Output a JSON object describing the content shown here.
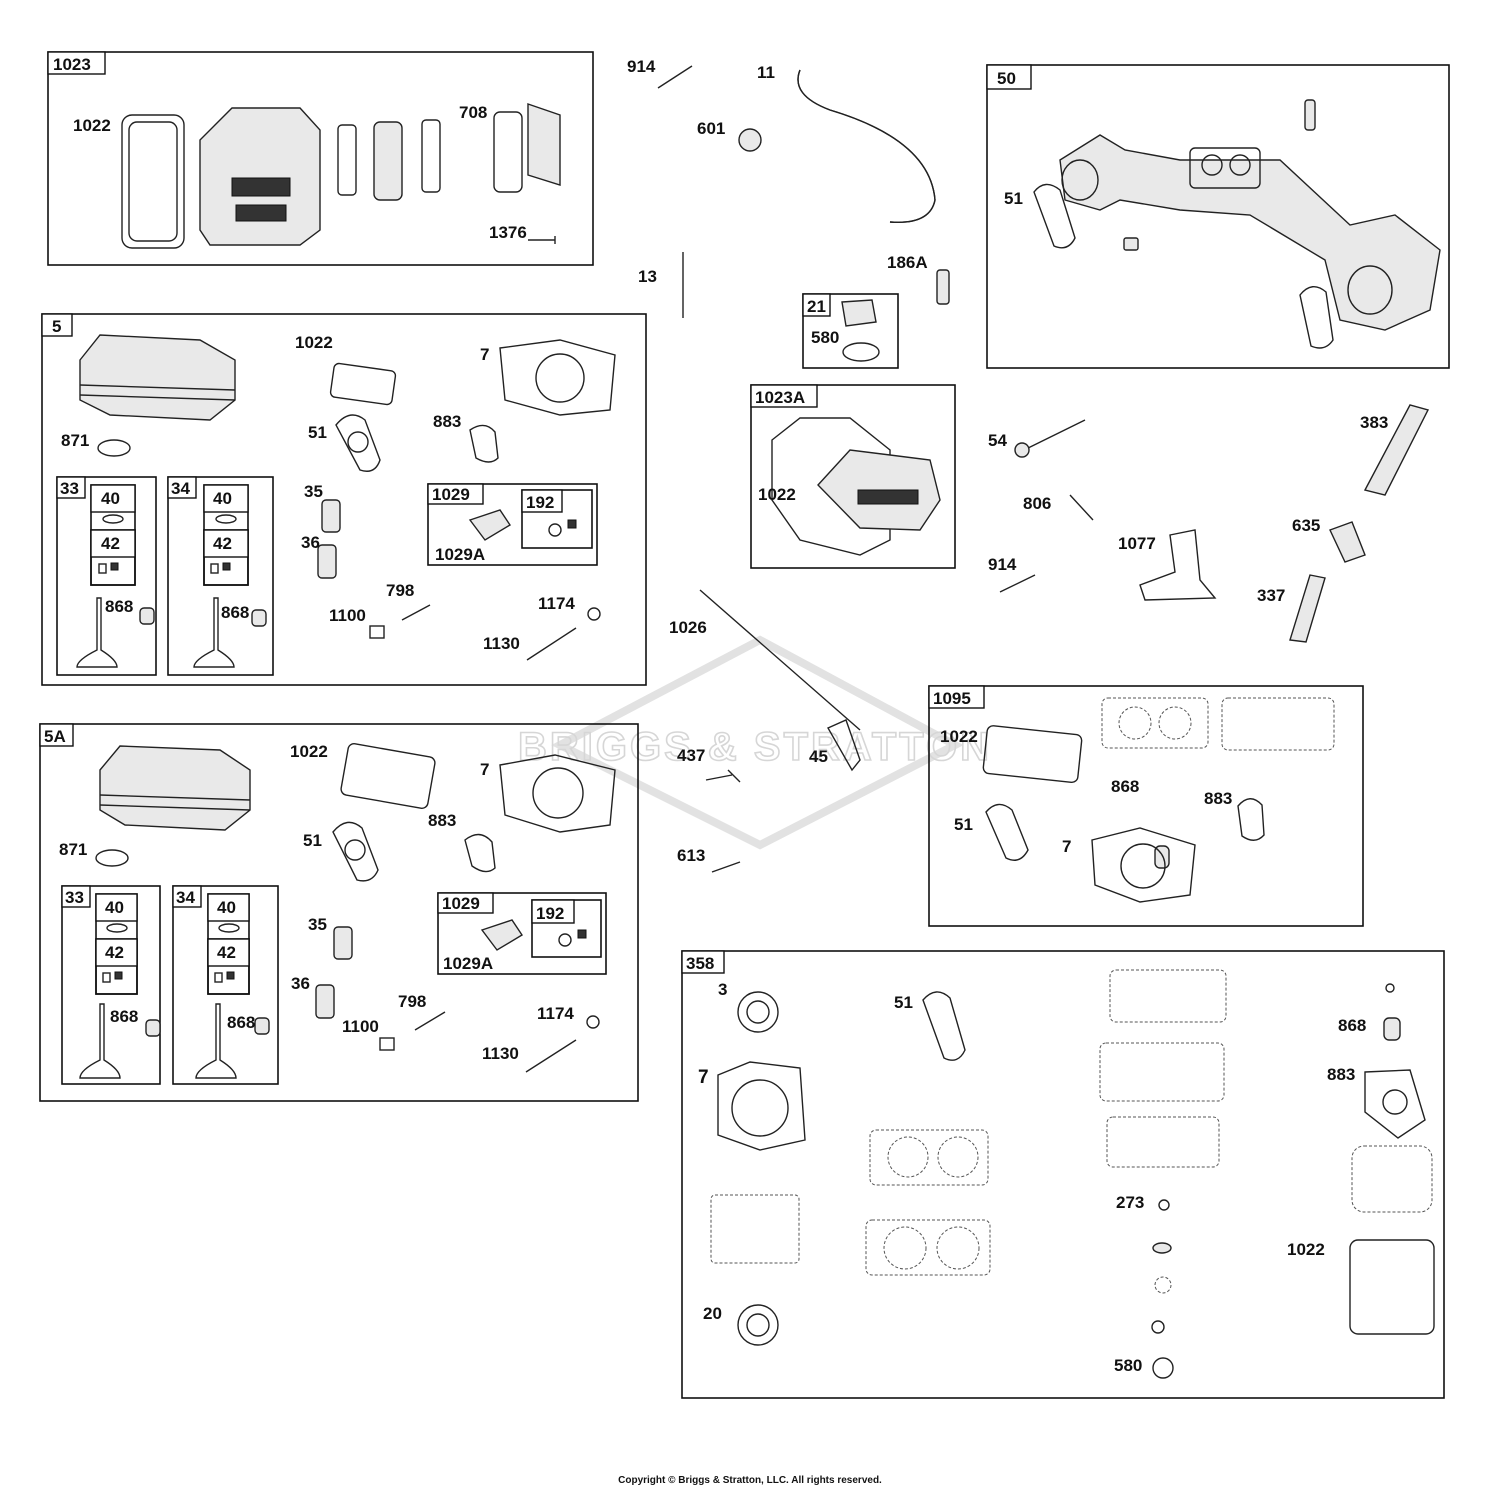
{
  "watermark": {
    "brand": "BRIGGS & STRATTON"
  },
  "copyright": "Copyright © Briggs & Stratton, LLC. All rights reserved.",
  "kits": [
    {
      "id": "1023"
    },
    {
      "id": "5"
    },
    {
      "id": "5A"
    },
    {
      "id": "33"
    },
    {
      "id": "34"
    },
    {
      "id": "33"
    },
    {
      "id": "34"
    },
    {
      "id": "40"
    },
    {
      "id": "42"
    },
    {
      "id": "40"
    },
    {
      "id": "42"
    },
    {
      "id": "40"
    },
    {
      "id": "42"
    },
    {
      "id": "40"
    },
    {
      "id": "42"
    },
    {
      "id": "1029"
    },
    {
      "id": "192"
    },
    {
      "id": "1029"
    },
    {
      "id": "192"
    },
    {
      "id": "21"
    },
    {
      "id": "1023A"
    },
    {
      "id": "50"
    },
    {
      "id": "1095"
    },
    {
      "id": "358"
    }
  ],
  "callouts": [
    "1022",
    "708",
    "1376",
    "914",
    "11",
    "601",
    "13",
    "186A",
    "580",
    "51",
    "1022",
    "871",
    "7",
    "1022",
    "51",
    "883",
    "35",
    "36",
    "1029A",
    "868",
    "868",
    "798",
    "1100",
    "1174",
    "1130",
    "871",
    "1022",
    "7",
    "51",
    "883",
    "35",
    "36",
    "1029A",
    "868",
    "868",
    "798",
    "1100",
    "1174",
    "1130",
    "1026",
    "437",
    "45",
    "613",
    "1022",
    "54",
    "806",
    "914",
    "1077",
    "383",
    "635",
    "337",
    "1022",
    "868",
    "883",
    "51",
    "7",
    "3",
    "51",
    "7",
    "868",
    "883",
    "273",
    "1022",
    "20",
    "580"
  ]
}
